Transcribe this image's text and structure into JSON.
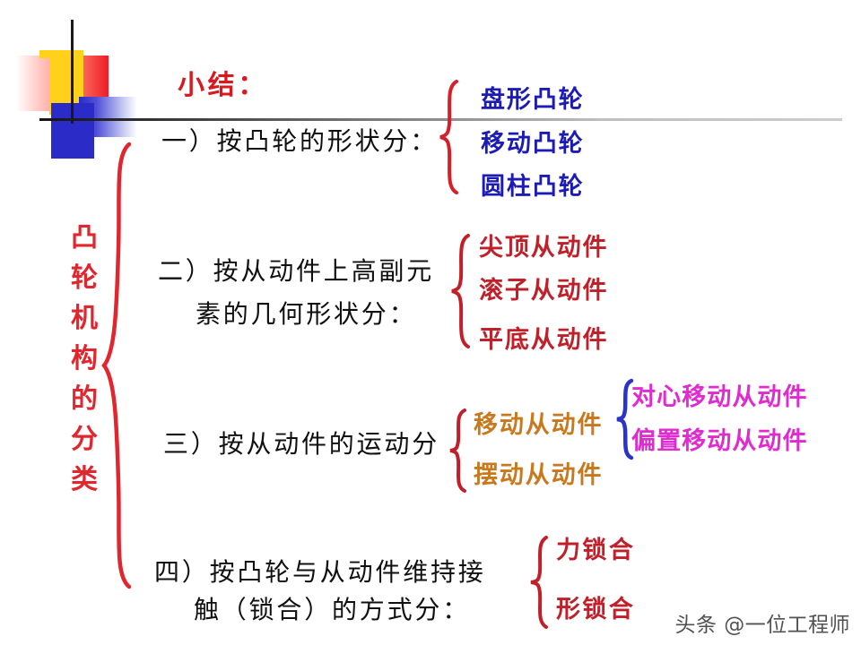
{
  "slide": {
    "title": "小结：",
    "vertical_title": "凸轮机构的分类",
    "watermark": "头条 @一位工程师"
  },
  "sections": [
    {
      "id": "one",
      "label_line1": "一）按凸轮的形状分：",
      "label_line2": "",
      "items": [
        "盘形凸轮",
        "移动凸轮",
        "圆柱凸轮"
      ],
      "item_color": "#1C1CB4",
      "brace_color": "#D5202A"
    },
    {
      "id": "two",
      "label_line1": "二）按从动件上高副元",
      "label_line2": "素的几何形状分：",
      "items": [
        "尖顶从动件",
        "滚子从动件",
        "平底从动件"
      ],
      "item_color": "#C0202A",
      "brace_color": "#C0202A"
    },
    {
      "id": "three",
      "label_line1": "三）按从动件的运动分",
      "label_line2": "",
      "items": [
        "移动从动件",
        "摆动从动件"
      ],
      "item_color": "#C8791E",
      "brace_color": "#C0202A",
      "sub_items": [
        "对心移动从动件",
        "偏置移动从动件"
      ],
      "sub_item_color": "#E02BD0",
      "sub_brace_color": "#2A35C8"
    },
    {
      "id": "four",
      "label_line1": "四）按凸轮与从动件维持接",
      "label_line2": "触（锁合）的方式分：",
      "items": [
        "力锁合",
        "形锁合"
      ],
      "item_color": "#C0202A",
      "brace_color": "#C0202A"
    }
  ],
  "decoration": {
    "red_block": "#ED1C24",
    "yellow_block": "#FFD11A",
    "blue_block": "#2B2BC8",
    "rule_line": "#1a1a1a"
  }
}
